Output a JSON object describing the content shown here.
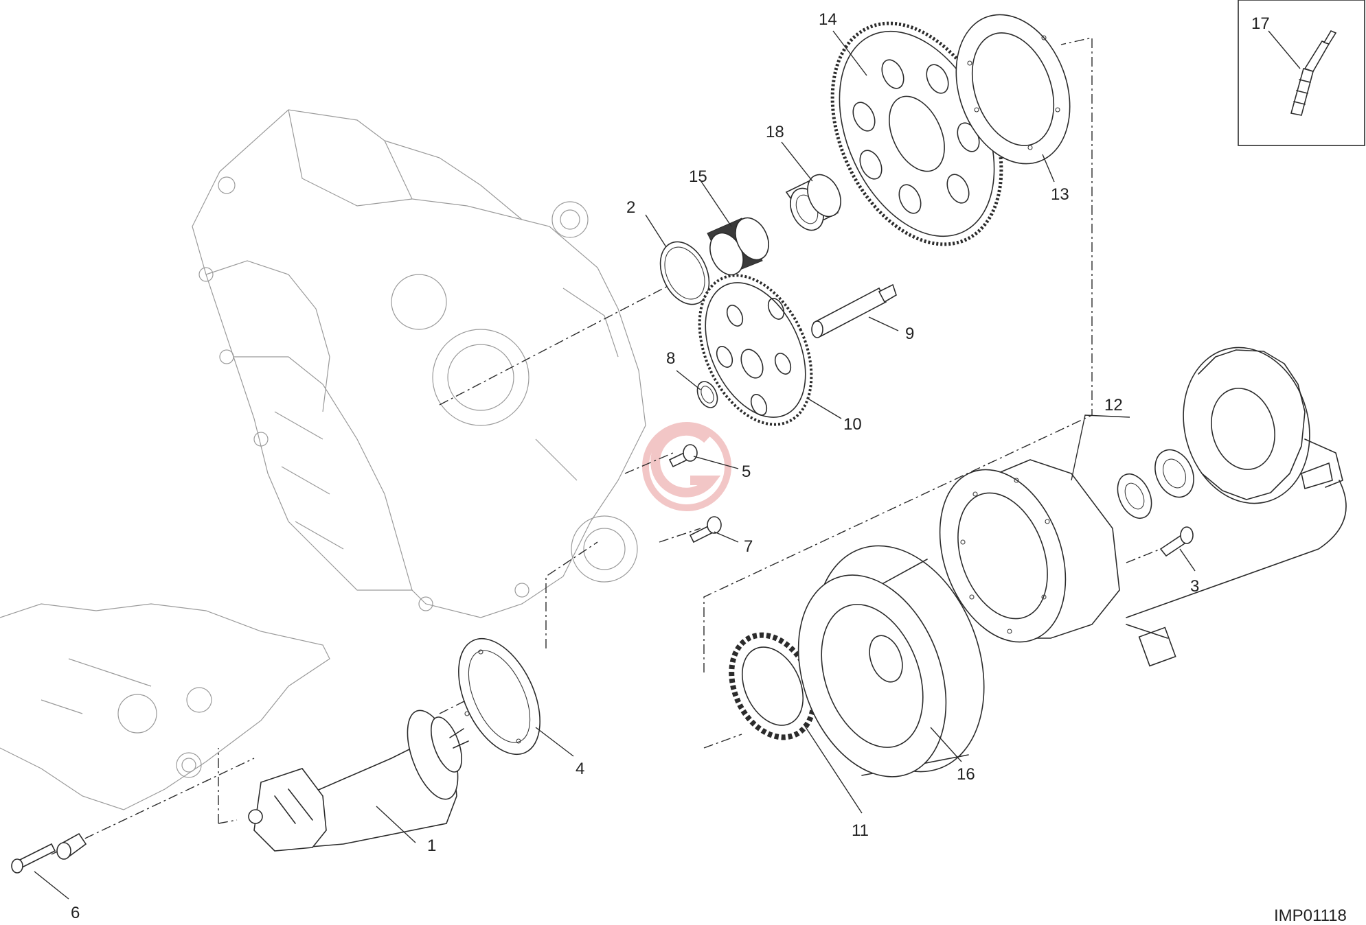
{
  "diagram": {
    "reference_code": "IMP01118",
    "callouts": {
      "c1": "1",
      "c2": "2",
      "c3": "3",
      "c4": "4",
      "c5": "5",
      "c6": "6",
      "c7": "7",
      "c8": "8",
      "c9": "9",
      "c10": "10",
      "c11": "11",
      "c12": "12",
      "c13": "13",
      "c14": "14",
      "c15": "15",
      "c16": "16",
      "c17": "17",
      "c18": "18"
    },
    "watermark_letter": "G",
    "colors": {
      "line": "#2b2b2b",
      "ghost_line": "#9a9a9a",
      "watermark": "#f2c6c6"
    }
  }
}
